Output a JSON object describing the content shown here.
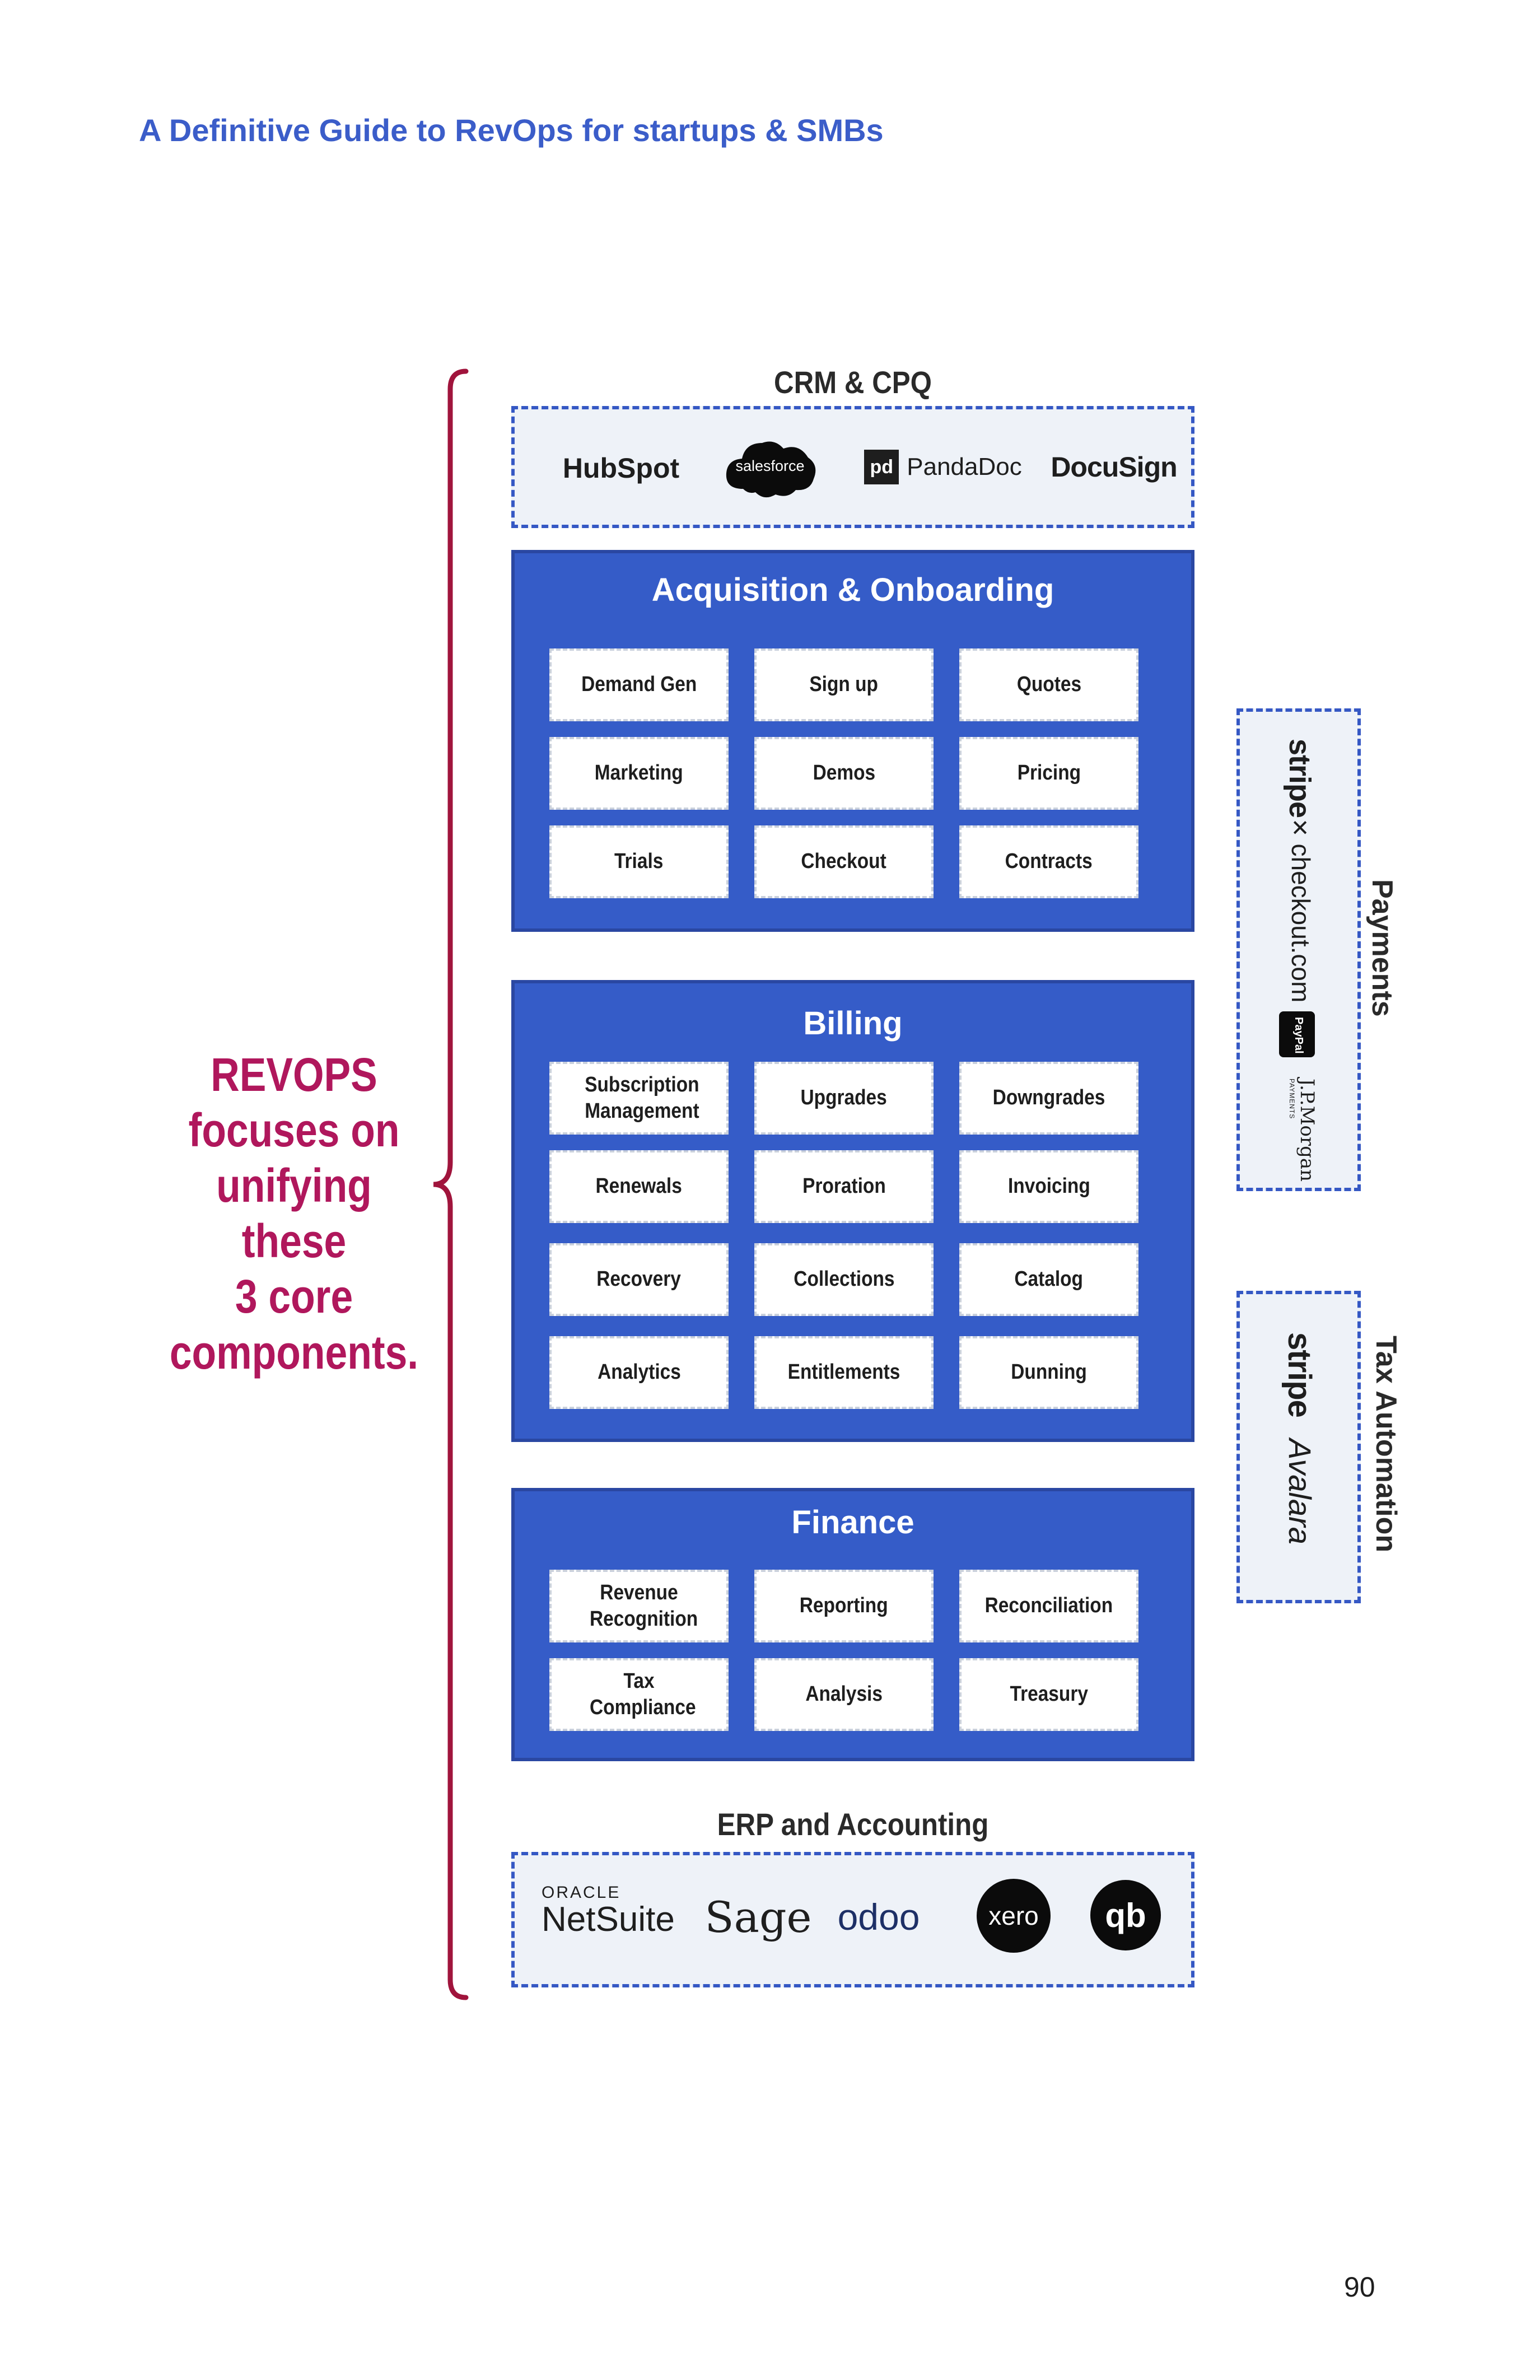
{
  "header": {
    "title": "A Definitive Guide to RevOps for startups & SMBs"
  },
  "crm": {
    "title": "CRM & CPQ",
    "logos": [
      "HubSpot",
      "salesforce",
      "PandaDoc",
      "DocuSign"
    ]
  },
  "acquisition": {
    "title": "Acquisition & Onboarding",
    "items": [
      "Demand Gen",
      "Sign up",
      "Quotes",
      "Marketing",
      "Demos",
      "Pricing",
      "Trials",
      "Checkout",
      "Contracts"
    ]
  },
  "billing": {
    "title": "Billing",
    "items": [
      "Subscription Management",
      "Upgrades",
      "Downgrades",
      "Renewals",
      "Proration",
      "Invoicing",
      "Recovery",
      "Collections",
      "Catalog",
      "Analytics",
      "Entitlements",
      "Dunning"
    ]
  },
  "finance": {
    "title": "Finance",
    "items": [
      "Revenue Recognition",
      "Reporting",
      "Reconciliation",
      "Tax Compliance",
      "Analysis",
      "Treasury"
    ]
  },
  "erp": {
    "title": "ERP and Accounting",
    "logos": [
      "ORACLE",
      "NetSuite",
      "Sage",
      "odoo",
      "xero",
      "qb"
    ]
  },
  "payments": {
    "title": "Payments",
    "logos": [
      "stripe",
      "checkout.com",
      "PayPal",
      "J.P.Morgan",
      "PAYMENTS"
    ]
  },
  "tax": {
    "title": "Tax Automation",
    "logos": [
      "stripe",
      "Avalara"
    ]
  },
  "revops": {
    "lines": [
      "REVOPS",
      "focuses on",
      "unifying these",
      "3 core",
      "components."
    ]
  },
  "page_number": "90",
  "colors": {
    "panel": "#355cc8",
    "header": "#3b5dc9",
    "accent": "#b0175c",
    "dashed": "#3558c4"
  }
}
